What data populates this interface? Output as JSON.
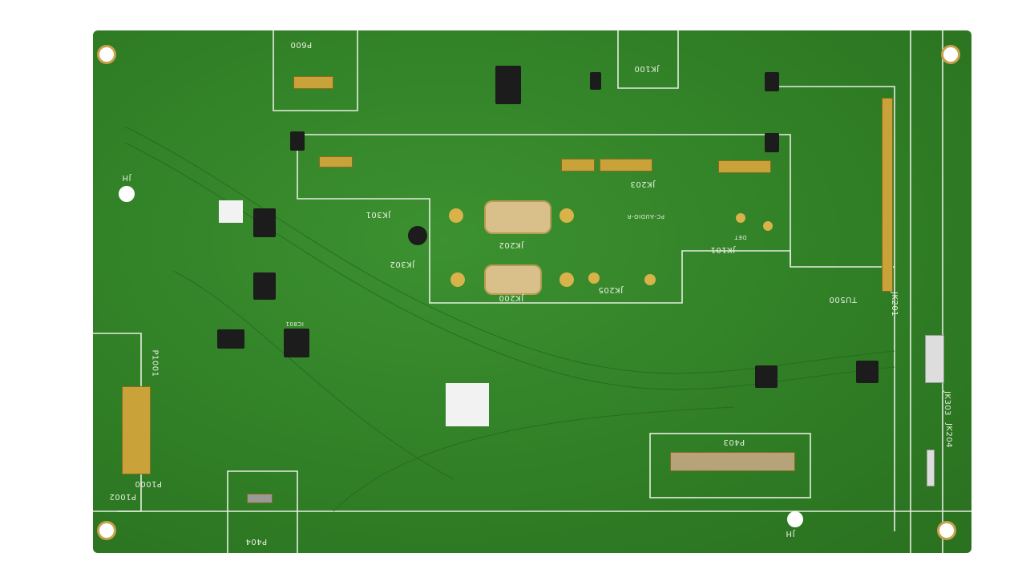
{
  "board": {
    "colors": {
      "solder_mask": "#2f7d25",
      "silkscreen": "#e8f0e0",
      "gold": "#c9a14a"
    },
    "labels": {
      "p600": "P600",
      "jk100": "JK100",
      "jk201": "JK201",
      "jk203": "JK203",
      "jk202": "JK202",
      "jk200": "JK200",
      "jk205": "JK205",
      "jk301": "JK301",
      "jk302": "JK302",
      "jk101": "JK101",
      "tu500": "TU500",
      "p1001": "P1001",
      "p1000": "P1000",
      "p1002": "P1002",
      "p404": "P404",
      "p403": "P403",
      "jk303": "JK303",
      "jk204": "JK204",
      "jh_left": "JH",
      "jh_bottom": "JH",
      "pc_audio": "PC-AUDIO-R",
      "det": "DET",
      "ic801": "IC801"
    }
  }
}
